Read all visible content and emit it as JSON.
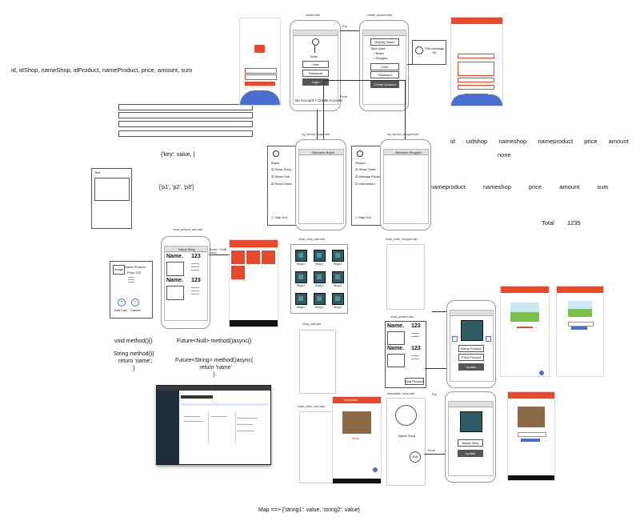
{
  "labels": {
    "fields": "id, idShop, nameShop, idProduct, nameProduct, price, amount, sum",
    "key_value": "{'key': value, }",
    "list": "['p1', 'p2', 'p3']",
    "text_box": "Text",
    "void_method": "void method(){}",
    "string_method": "String method(){\n  return 'name';\n}",
    "future_null": "Future<Null> method()async{}",
    "future_string": "Future<String> method()async{\n  return 'name'\n}",
    "map": "Map ==> {'string1': value, 'string2': value}",
    "header_row": "id uidshop nameshop nameproduct price amount sum",
    "none": "none",
    "product_row": "nameproduct nameshop price amount sum",
    "total_label": "Total",
    "total_value": "1235"
  },
  "screens": {
    "authen": {
      "file": "authen.dart",
      "user": "User",
      "password": "Password",
      "login": "Login",
      "no_account": "No Account ? Create Account",
      "actor": "Actor"
    },
    "create_account": {
      "file": "create_account.dart",
      "display_name": "Display Name",
      "type_user": "Type User :",
      "buyer": "Buyer",
      "shopper": "Shopper",
      "user": "User",
      "password": "Password",
      "create_btn": "Create Account"
    },
    "message": "This message OK",
    "service_buyer": {
      "file": "my_service_buyer.dart",
      "title": "Welcome Buyer",
      "role": "Buyer",
      "items": [
        "Show Shop",
        "Show Cart",
        "Show Order"
      ],
      "sign_out": "Sign Out"
    },
    "service_shopper": {
      "file": "my_service_shopper.dart",
      "title": "Welcome Shopper",
      "role": "Shoper",
      "items": [
        "Show Order",
        "Manage Product",
        "Information"
      ],
      "sign_out": "Sign Out"
    },
    "show_product_user": {
      "file": "show_product_user.dart",
      "title": "Name Shop",
      "name": "Name.",
      "number": "123"
    },
    "product_card": {
      "image": "Image",
      "name": "Name Product",
      "price": "Price 123",
      "add": "Add Cart",
      "cancel": "Cancel"
    },
    "show_shop_user": {
      "file": "show_shop_user.dart",
      "tile": "Shop1"
    },
    "show_order_shopper": {
      "file": "show_order_shopper.dart"
    },
    "show_product": {
      "file": "show_product.dart",
      "name": "Name.",
      "number": "123",
      "add": "Add Product"
    },
    "add_product": {
      "name": "Name Product",
      "price": "Price Product",
      "save": "Update"
    },
    "show_cart": {
      "file": "show_cart.dart"
    },
    "show_order_user": {
      "file": "show_order_user.dart",
      "hdr": "Information",
      "caption": "Name"
    },
    "information_shop": {
      "file": "information_shop.dart",
      "name": "Name Shop",
      "edit": "Edit"
    },
    "edit_shop": {
      "name": "Name Shop",
      "save": "Update"
    },
    "route_labels": {
      "pop": "Pop",
      "route": "Route",
      "route2": "Route + NotiE Many"
    }
  },
  "colors": {
    "red": "#e8492a",
    "blue": "#4a6fd0",
    "tile": "#2f5c63"
  }
}
